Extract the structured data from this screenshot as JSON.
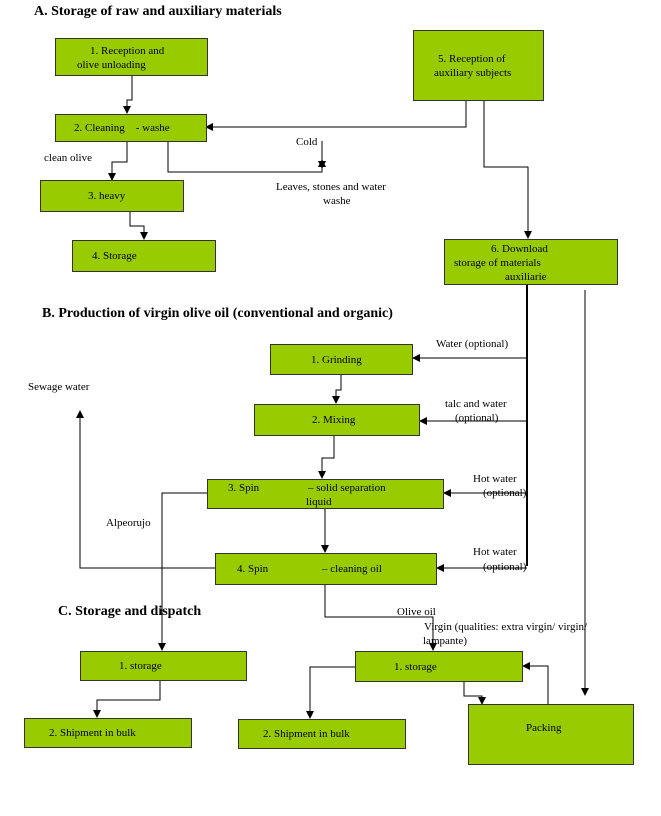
{
  "sections": {
    "a": "A. Storage of raw and auxiliary materials",
    "b": "B. Production of virgin olive oil (conventional and organic)",
    "c": "C. Storage and dispatch"
  },
  "boxes": {
    "a1": [
      "1. Reception and",
      "olive unloading"
    ],
    "a2": "2. Cleaning    - washe",
    "a3": "3. heavy",
    "a4": "4. Storage",
    "a5": [
      "5. Reception of",
      "auxiliary subjects"
    ],
    "a6": [
      "6. Download",
      "storage of materials",
      "auxiliarie"
    ],
    "b1": "1. Grinding",
    "b2": "2. Mixing",
    "b3": [
      "3. Spin",
      "– solid separation",
      "liquid"
    ],
    "b4": [
      "4. Spin",
      "– cleaning oil"
    ],
    "c1": "1. storage",
    "c2": "2. Shipment in bulk",
    "c3": "1. storage",
    "c4": "2. Shipment in bulk",
    "c5": "Packing"
  },
  "labels": {
    "cold": "Cold",
    "clean_olive": "clean olive",
    "leaves": [
      "Leaves, stones and water",
      "washe"
    ],
    "water_opt": "Water (optional)",
    "sewage": "Sewage water",
    "talc": [
      "talc and water",
      "(optional)"
    ],
    "hot1": [
      "Hot water",
      "(optional)"
    ],
    "alpeorujo": "Alpeorujo",
    "hot2": [
      "Hot water",
      "(optional)"
    ],
    "olive_oil": "Olive oil",
    "virgin": [
      "Virgin (qualities: extra virgin/ virgin/",
      "lampante)"
    ]
  }
}
